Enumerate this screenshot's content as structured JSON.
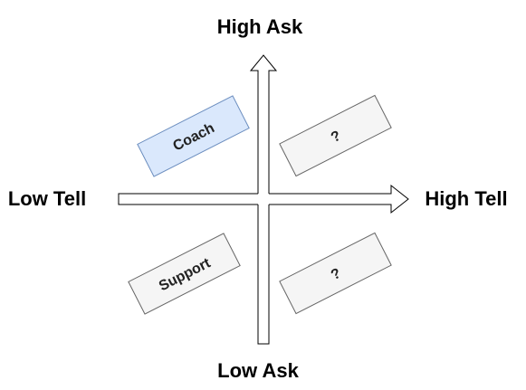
{
  "axes": {
    "top": "High Ask",
    "bottom": "Low Ask",
    "left": "Low Tell",
    "right": "High Tell"
  },
  "quadrants": {
    "top_left": {
      "label": "Coach",
      "fill": "#dae8fc",
      "stroke": "#6c8ebf"
    },
    "top_right": {
      "label": "?",
      "fill": "#f5f5f5",
      "stroke": "#666666"
    },
    "bottom_left": {
      "label": "Support",
      "fill": "#f5f5f5",
      "stroke": "#666666"
    },
    "bottom_right": {
      "label": "?",
      "fill": "#f5f5f5",
      "stroke": "#666666"
    }
  },
  "colors": {
    "axis_stroke": "#000000",
    "arrow_fill": "#ffffff"
  }
}
